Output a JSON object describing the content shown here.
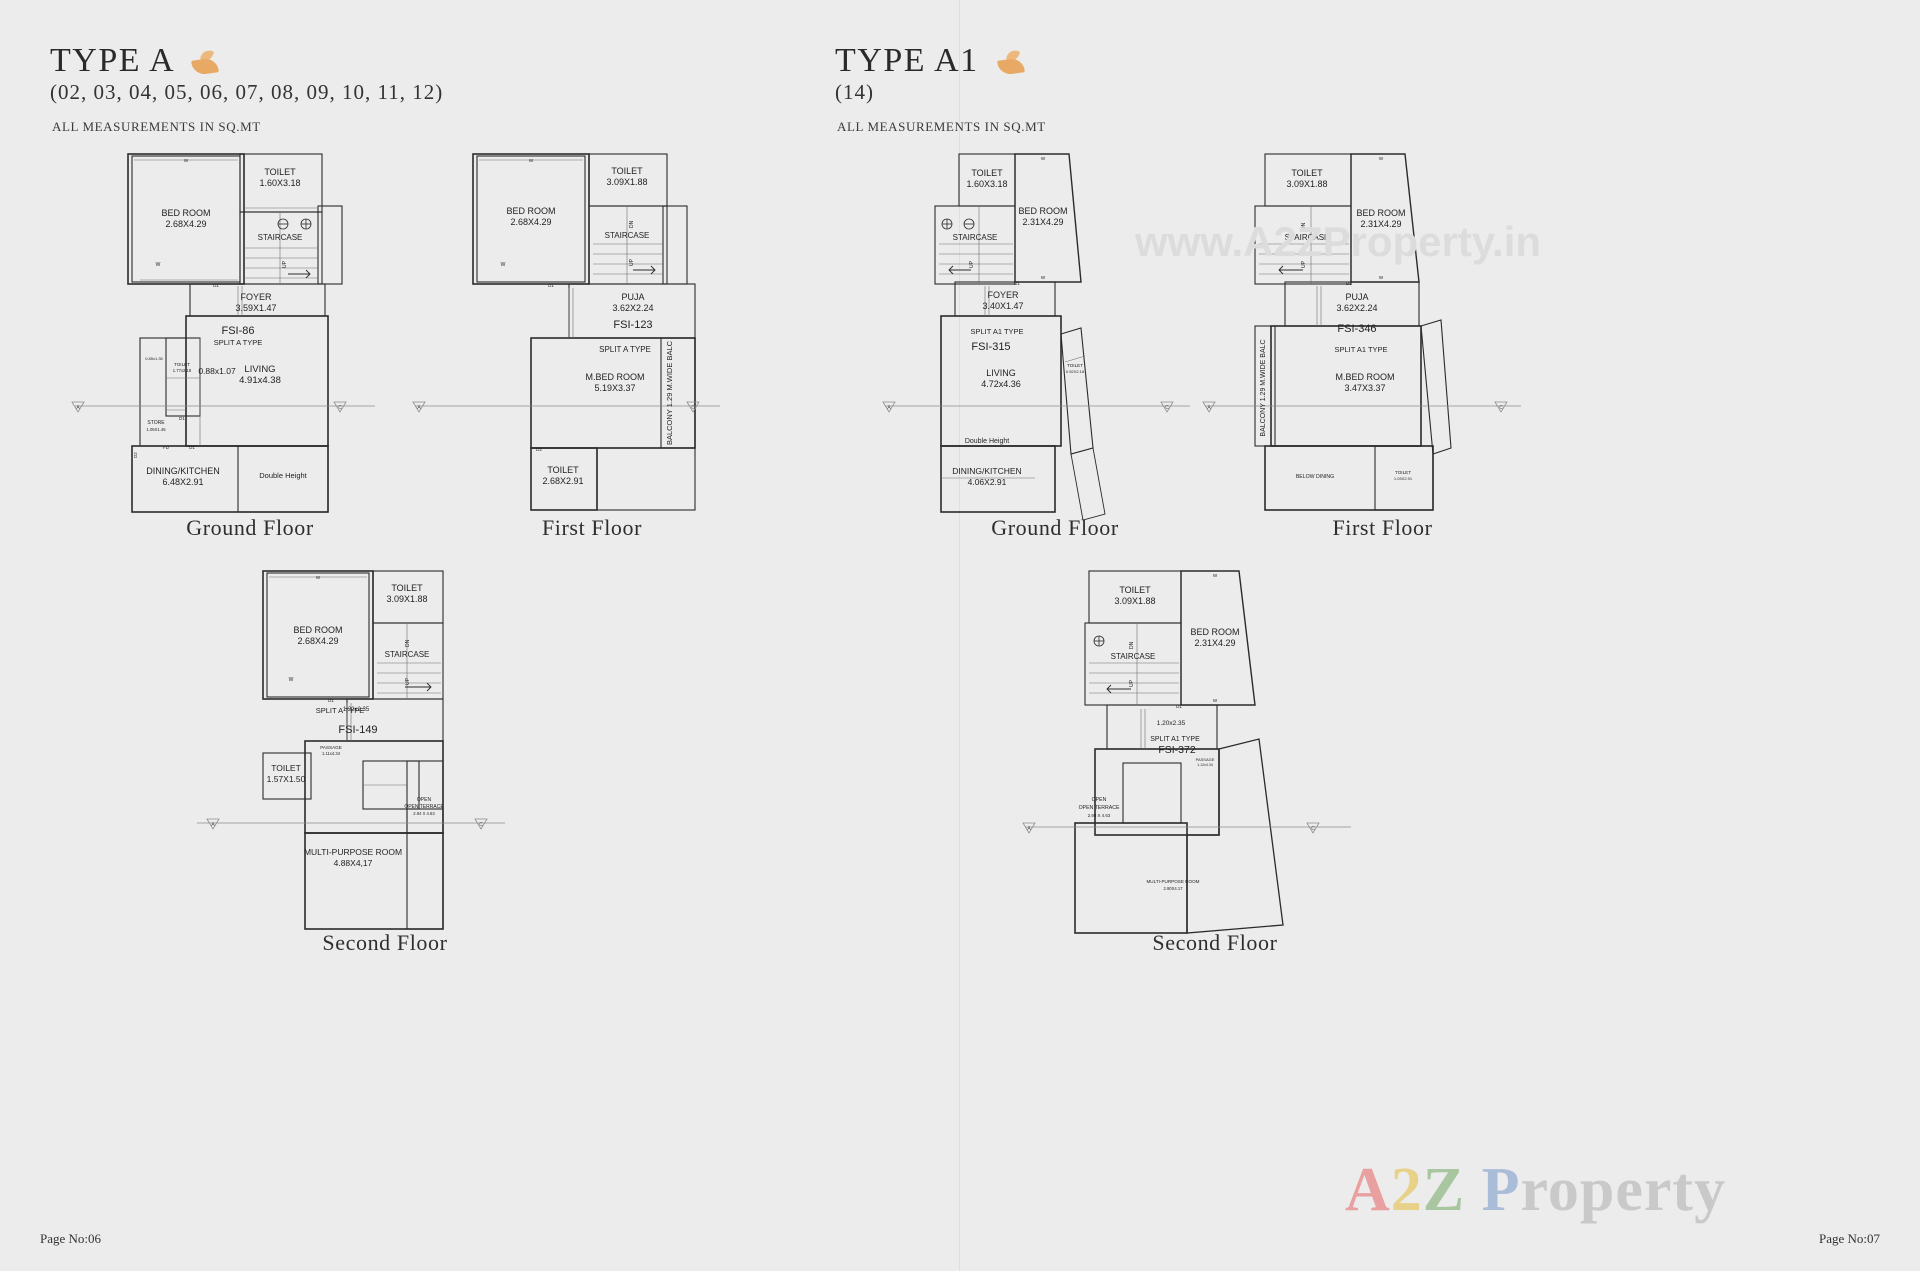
{
  "document": {
    "measurement_note": "ALL MEASUREMENTS IN SQ.MT",
    "watermark_url": "www.A2ZProperty.in",
    "watermark_brand_a": "A",
    "watermark_brand_2": "2",
    "watermark_brand_z": "Z",
    "watermark_brand_p": "P",
    "watermark_brand_rest": "roperty"
  },
  "pages": [
    {
      "title": "TYPE A",
      "codes": "(02, 03, 04, 05, 06, 07, 08, 09, 10, 11, 12)",
      "page_no": "Page No:06",
      "floors": [
        {
          "caption": "Ground Floor",
          "fsi": "FSI-86",
          "split": "SPLIT A TYPE",
          "rooms": [
            {
              "name": "BED ROOM",
              "dim": "2.68X4.29"
            },
            {
              "name": "TOILET",
              "dim": "1.60X3.18"
            },
            {
              "name": "STAIRCASE",
              "dim": ""
            },
            {
              "name": "FOYER",
              "dim": "3.59X1.47"
            },
            {
              "name": "LIVING",
              "dim": "4.91x4.38"
            },
            {
              "name": "TOILET",
              "dim": "1.77x2.18"
            },
            {
              "name": "STORE",
              "dim": "1.05X1.45"
            },
            {
              "name": "DINING/KITCHEN",
              "dim": "6.48X2.91"
            },
            {
              "name": "Double Height",
              "dim": ""
            },
            {
              "name": "",
              "dim": "0.88x1.07"
            },
            {
              "name": "",
              "dim": "0.85x1.35"
            }
          ],
          "marks": {
            "up": "UP",
            "dn": "DN",
            "w": "W",
            "d1": "D1",
            "d2": "D2",
            "fd": "FD"
          }
        },
        {
          "caption": "First Floor",
          "fsi": "FSI-123",
          "split": "SPLIT A TYPE",
          "rooms": [
            {
              "name": "BED ROOM",
              "dim": "2.68X4.29"
            },
            {
              "name": "TOILET",
              "dim": "3.09X1.88"
            },
            {
              "name": "STAIRCASE",
              "dim": ""
            },
            {
              "name": "PUJA",
              "dim": "3.62X2.24"
            },
            {
              "name": "M.BED ROOM",
              "dim": "5.19X3.37"
            },
            {
              "name": "TOILET",
              "dim": "2.68X2.91"
            },
            {
              "name": "BALCONY 1.29 M.WIDE BALC",
              "dim": ""
            }
          ],
          "marks": {
            "up": "UP",
            "dn": "DN",
            "w": "W",
            "d1": "D1",
            "d2": "D2"
          }
        },
        {
          "caption": "Second Floor",
          "fsi": "FSI-149",
          "split": "SPLIT A TYPE",
          "rooms": [
            {
              "name": "BED ROOM",
              "dim": "2.68X4.29"
            },
            {
              "name": "TOILET",
              "dim": "3.09X1.88"
            },
            {
              "name": "STAIRCASE",
              "dim": ""
            },
            {
              "name": "TOILET",
              "dim": "1.57X1.50"
            },
            {
              "name": "PASSAGE",
              "dim": "1.11x4.34"
            },
            {
              "name": "OPEN TERRACE",
              "dim": "2.94 X 4.63"
            },
            {
              "name": "MULTI-PURPOSE ROOM",
              "dim": "4.88X4,17"
            },
            {
              "name": "",
              "dim": "1.20x2.35"
            }
          ],
          "marks": {
            "up": "UP",
            "dn": "DN",
            "w": "W",
            "d1": "D1",
            "d2": "D2"
          }
        }
      ]
    },
    {
      "title": "TYPE A1",
      "codes": "(14)",
      "page_no": "Page No:07",
      "floors": [
        {
          "caption": "Ground Floor",
          "fsi": "FSI-315",
          "split": "SPLIT A1 TYPE",
          "rooms": [
            {
              "name": "TOILET",
              "dim": "1.60X3.18"
            },
            {
              "name": "BED ROOM",
              "dim": "2.31X4.29"
            },
            {
              "name": "STAIRCASE",
              "dim": ""
            },
            {
              "name": "FOYER",
              "dim": "3.40X1.47"
            },
            {
              "name": "LIVING",
              "dim": "4.72x4.36"
            },
            {
              "name": "TOILET",
              "dim": "0.92X2.18"
            },
            {
              "name": "DINING/KITCHEN",
              "dim": "4.06X2.91"
            },
            {
              "name": "Double Height",
              "dim": ""
            }
          ],
          "marks": {
            "up": "UP",
            "dn": "DN",
            "w": "W",
            "d1": "D1",
            "d2": "D2"
          }
        },
        {
          "caption": "First Floor",
          "fsi": "FSI-346",
          "split": "SPLIT A1 TYPE",
          "rooms": [
            {
              "name": "TOILET",
              "dim": "3.09X1.88"
            },
            {
              "name": "BED ROOM",
              "dim": "2.31X4.29"
            },
            {
              "name": "STAIRCASE",
              "dim": ""
            },
            {
              "name": "PUJA",
              "dim": "3.62X2.24"
            },
            {
              "name": "M.BED ROOM",
              "dim": "3.47X3.37"
            },
            {
              "name": "BALCONY 1.29 M.WIDE BALC",
              "dim": ""
            },
            {
              "name": "BELOW DINING",
              "dim": ""
            },
            {
              "name": "TOILET",
              "dim": "1.03X2.91"
            }
          ],
          "marks": {
            "up": "UP",
            "dn": "DN",
            "w": "W",
            "d1": "D1",
            "d2": "D2"
          }
        },
        {
          "caption": "Second Floor",
          "fsi": "FSI-372",
          "split": "SPLIT A1 TYPE",
          "rooms": [
            {
              "name": "TOILET",
              "dim": "3.09X1.88"
            },
            {
              "name": "BED ROOM",
              "dim": "2.31X4.29"
            },
            {
              "name": "STAIRCASE",
              "dim": ""
            },
            {
              "name": "OPEN TERRACE",
              "dim": "2.98 X 4.63"
            },
            {
              "name": "MULTI-PURPOSE ROOM",
              "dim": "2.90X4.17"
            },
            {
              "name": "PASSAGE",
              "dim": "1.12x4.34"
            },
            {
              "name": "",
              "dim": "1.20x2.35"
            }
          ],
          "marks": {
            "up": "UP",
            "dn": "DN",
            "w": "W",
            "d1": "D1",
            "d2": "D2"
          }
        }
      ]
    }
  ]
}
